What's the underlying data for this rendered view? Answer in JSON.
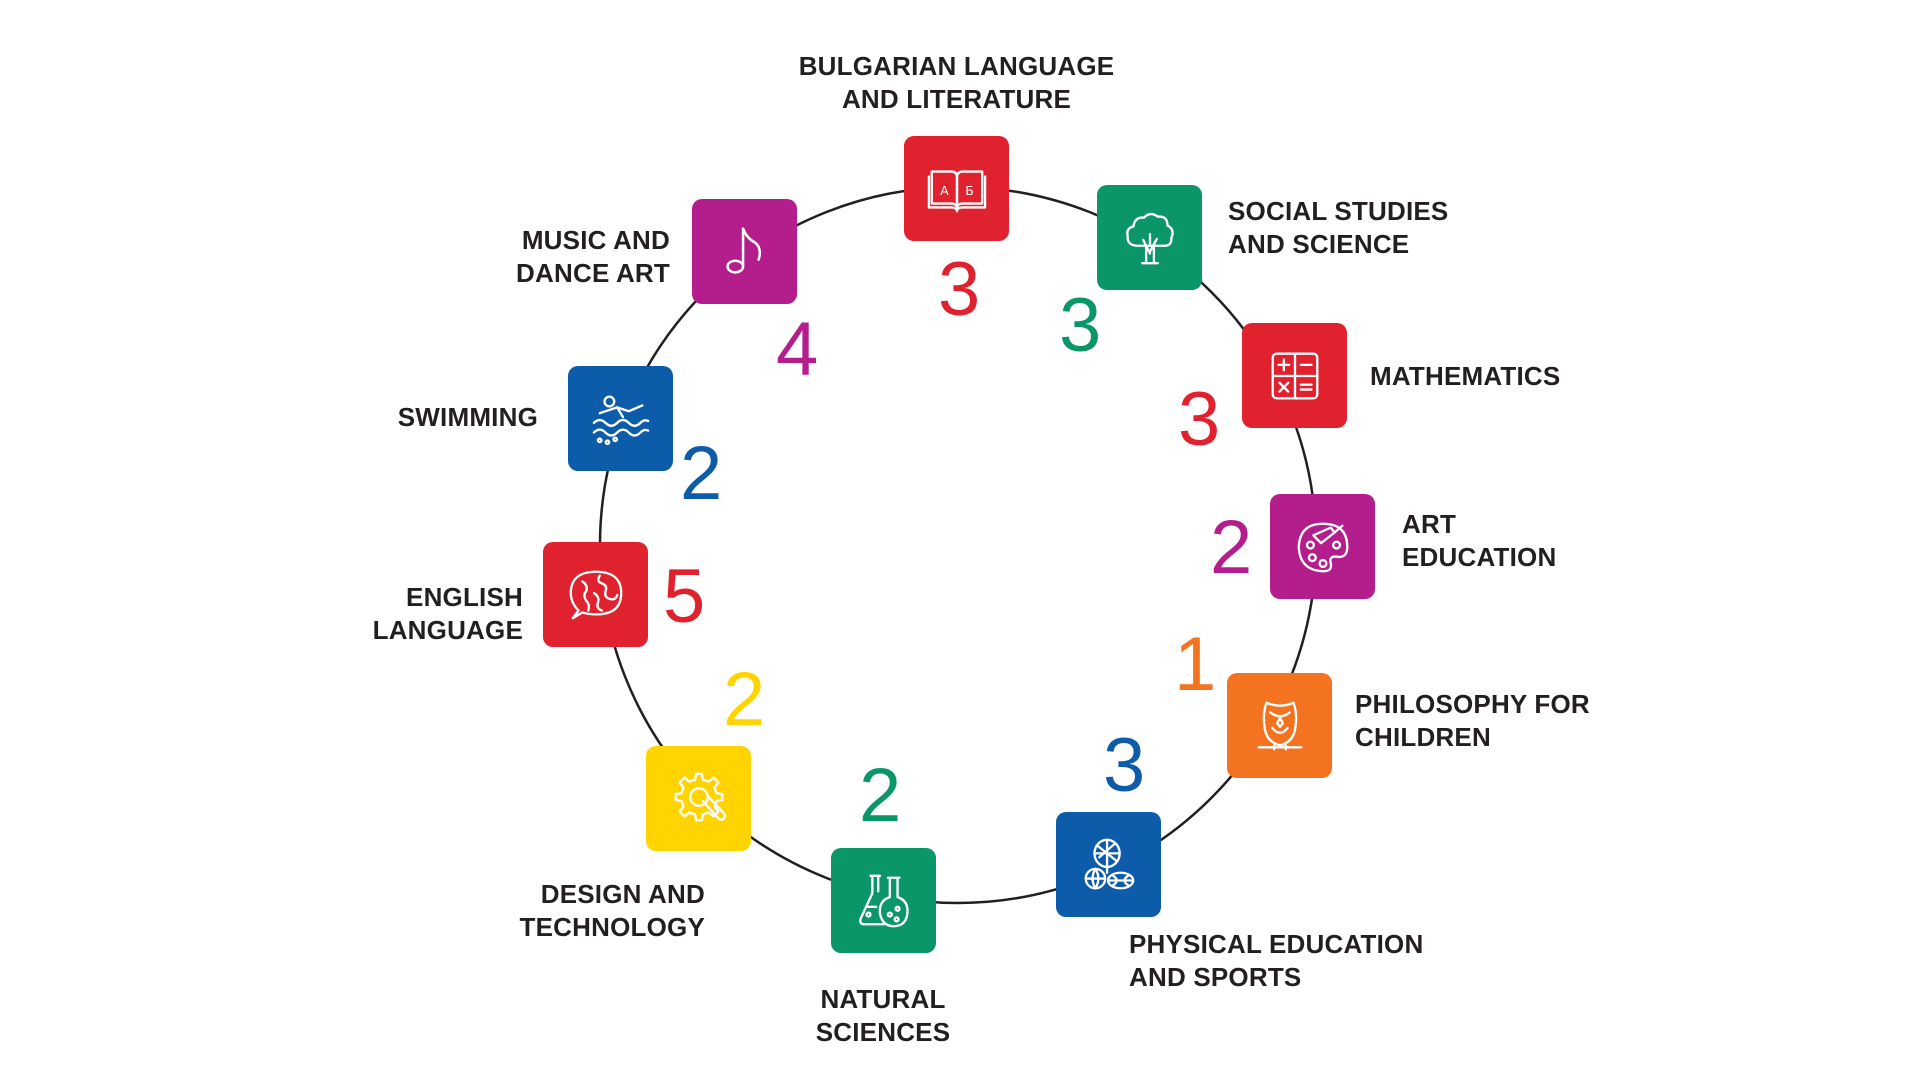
{
  "colors": {
    "red": "#e0222e",
    "green": "#0a9669",
    "magenta": "#b41e8c",
    "blue": "#0c5ca9",
    "orange": "#f47321",
    "yellow": "#ffd400",
    "ring": "#231f20",
    "text": "#231f20"
  },
  "subjects": [
    {
      "id": "bulgarian",
      "lines": [
        "BULGARIAN LANGUAGE",
        "AND LITERATURE"
      ],
      "count": "3",
      "color": "red",
      "icon": "book-icon"
    },
    {
      "id": "social",
      "lines": [
        "SOCIAL STUDIES",
        "AND SCIENCE"
      ],
      "count": "3",
      "color": "green",
      "icon": "tree-icon"
    },
    {
      "id": "math",
      "lines": [
        "MATHEMATICS"
      ],
      "count": "3",
      "color": "red",
      "icon": "calculator-icon"
    },
    {
      "id": "art",
      "lines": [
        "ART",
        "EDUCATION"
      ],
      "count": "2",
      "color": "magenta",
      "icon": "palette-icon"
    },
    {
      "id": "philosophy",
      "lines": [
        "PHILOSOPHY FOR",
        "CHILDREN"
      ],
      "count": "1",
      "color": "orange",
      "icon": "owl-icon"
    },
    {
      "id": "pe",
      "lines": [
        "PHYSICAL EDUCATION",
        "AND SPORTS"
      ],
      "count": "3",
      "color": "blue",
      "icon": "sports-balls-icon"
    },
    {
      "id": "natural",
      "lines": [
        "NATURAL",
        "SCIENCES"
      ],
      "count": "2",
      "color": "green",
      "icon": "flasks-icon"
    },
    {
      "id": "design",
      "lines": [
        "DESIGN AND",
        "TECHNOLOGY"
      ],
      "count": "2",
      "color": "yellow",
      "icon": "gear-wrench-icon"
    },
    {
      "id": "english",
      "lines": [
        "ENGLISH",
        "LANGUAGE"
      ],
      "count": "5",
      "color": "red",
      "icon": "globe-chat-icon"
    },
    {
      "id": "swimming",
      "lines": [
        "SWIMMING"
      ],
      "count": "2",
      "color": "blue",
      "icon": "swimmer-icon"
    },
    {
      "id": "music",
      "lines": [
        "MUSIC AND",
        "DANCE ART"
      ],
      "count": "4",
      "color": "magenta",
      "icon": "music-note-icon"
    }
  ]
}
